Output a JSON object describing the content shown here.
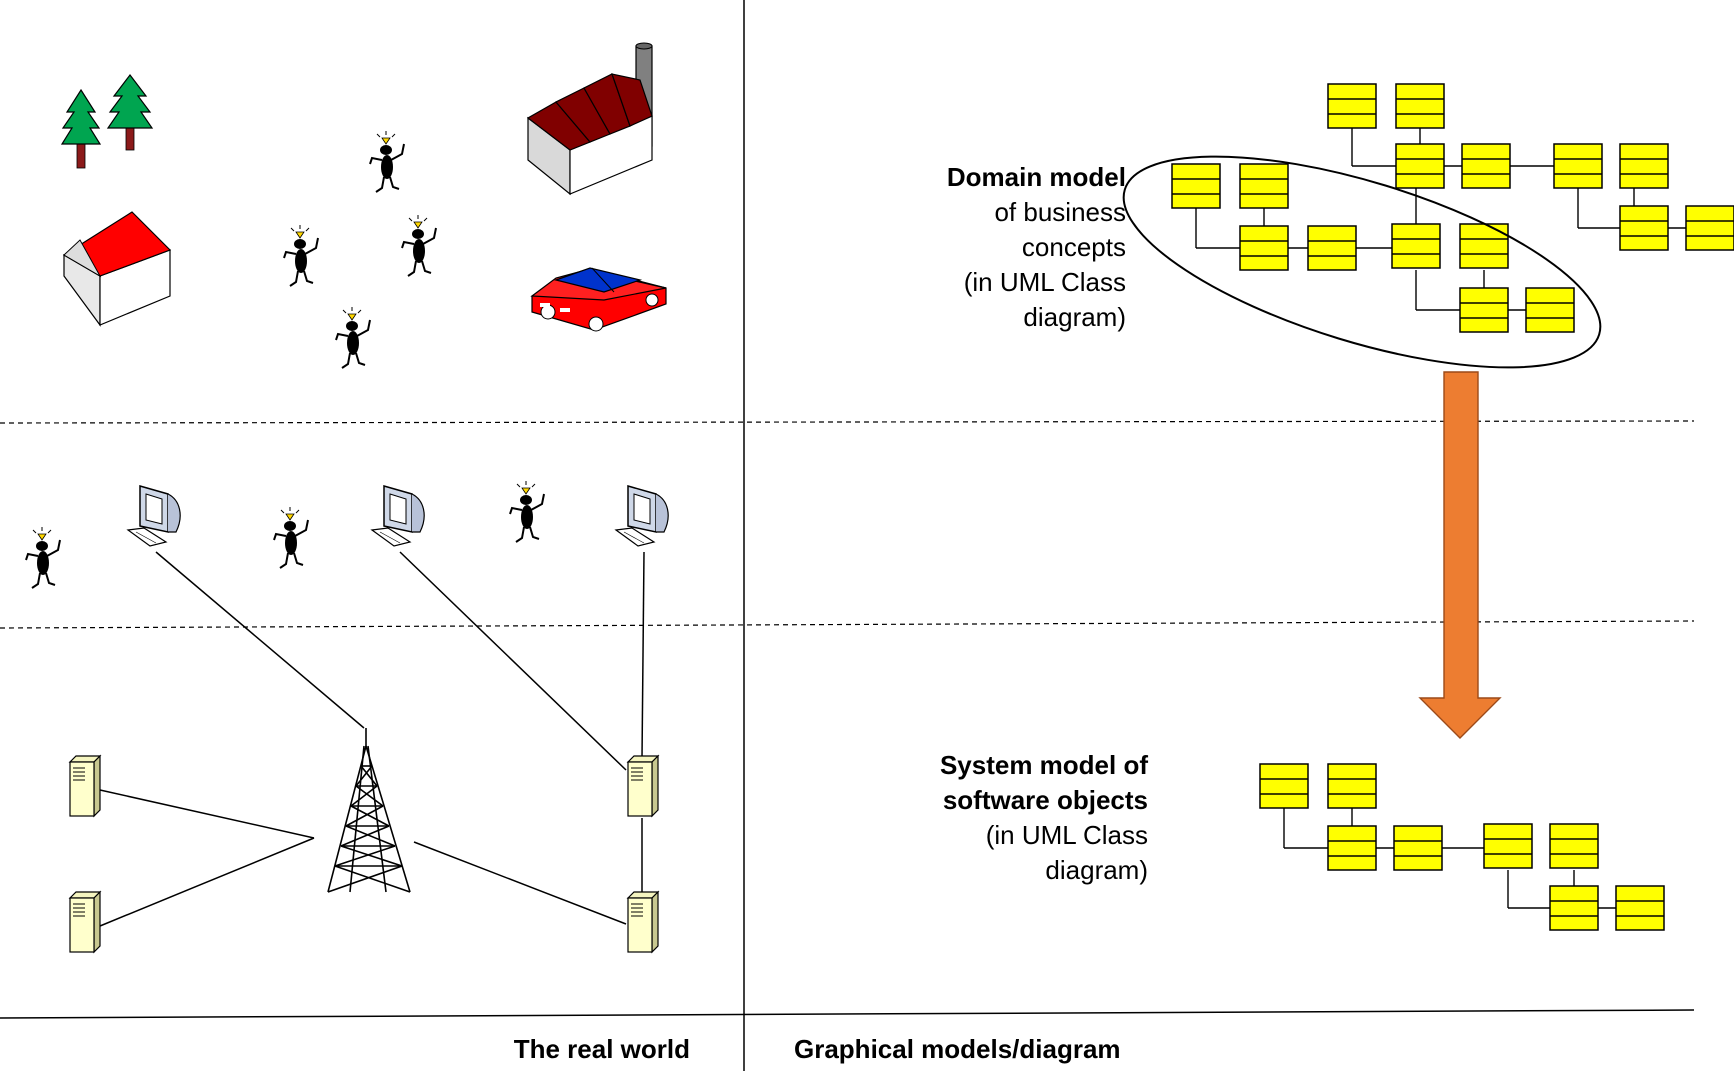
{
  "domain_label": {
    "title": "Domain model",
    "line1": "of business",
    "line2": "concepts",
    "line3": "(in UML Class",
    "line4": "diagram)"
  },
  "system_label": {
    "title1": "System model of",
    "title2": "software objects",
    "line1": "(in UML Class",
    "line2": "diagram)"
  },
  "footer": {
    "left": "The real world",
    "right": "Graphical models/diagram"
  },
  "colors": {
    "class_box_fill": "#ffff00",
    "arrow_fill": "#ed7d31",
    "roof_red": "#ff0000",
    "factory_roof": "#800000",
    "tree_green": "#00a550",
    "car_red": "#ff0000",
    "car_window": "#0033cc",
    "server_fill": "#ffffcc"
  },
  "icons": [
    "tree-icon",
    "house-icon",
    "person-icon",
    "factory-icon",
    "car-icon",
    "computer-icon",
    "server-icon",
    "antenna-tower-icon",
    "uml-class-icon",
    "down-arrow-icon"
  ]
}
